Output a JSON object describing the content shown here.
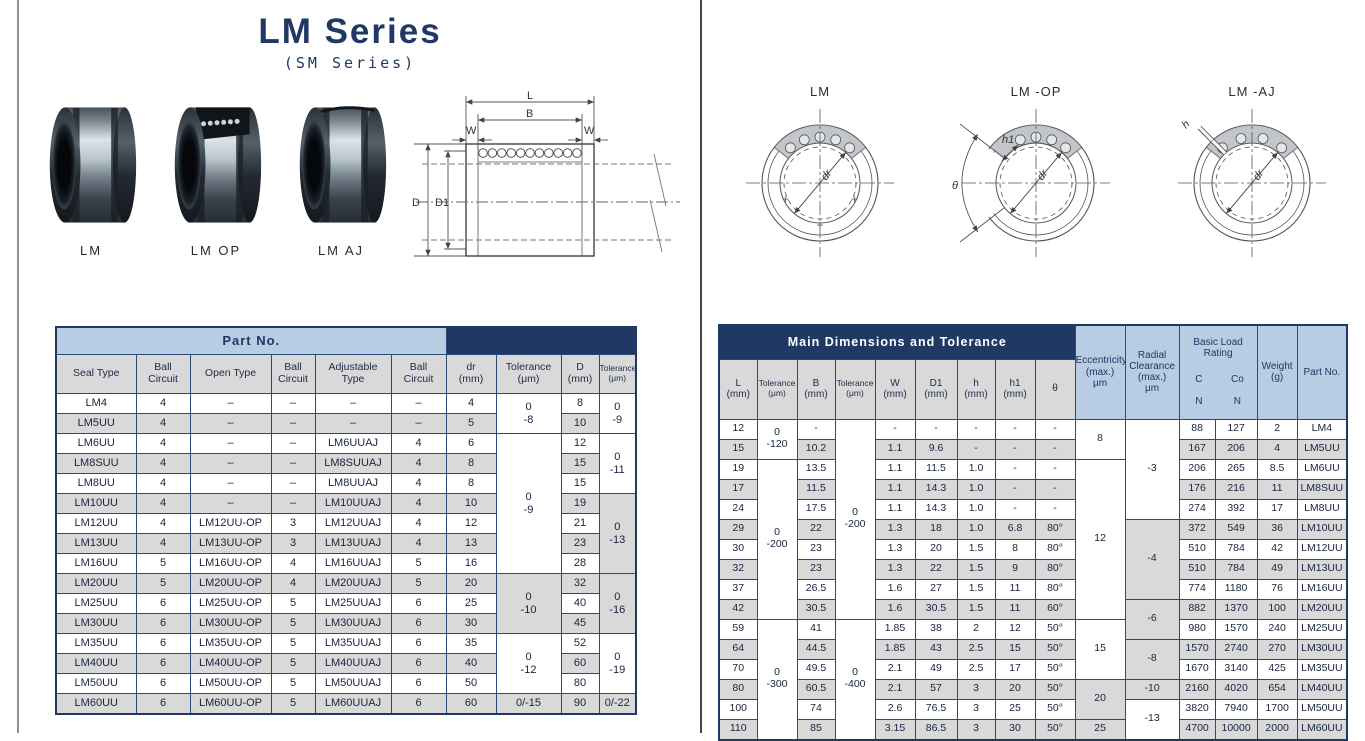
{
  "colors": {
    "navy": "#1f3864",
    "light_blue": "#b8cce4",
    "stripe_gray": "#d9d9d9"
  },
  "page": {
    "title": "LM Series",
    "subtitle": "(SM Series)"
  },
  "photos": {
    "lm": "LM",
    "lm_op": "LM OP",
    "lm_aj": "LM AJ"
  },
  "drawing": {
    "dim_l": "L",
    "dim_b": "B",
    "dim_w_left": "W",
    "dim_w_right": "W",
    "dim_d": "D",
    "dim_d1": "D1"
  },
  "diagrams": {
    "lm": {
      "title": "LM",
      "dr": "dr"
    },
    "lm_op": {
      "title": "LM  -OP",
      "theta": "θ",
      "h1": "h1",
      "dr": "dr"
    },
    "lm_aj": {
      "title": "LM  -AJ",
      "h": "h",
      "dr": "dr"
    }
  },
  "left_table": {
    "title": "Part No.",
    "ncols": 10,
    "white_cols": [
      7,
      9
    ],
    "headers": [
      "Seal Type",
      "Ball\nCircuit",
      "Open Type",
      "Ball\nCircuit",
      "Adjustable\nType",
      "Ball\nCircuit",
      "dr\n(mm)",
      "Tolerance\n(μm)",
      "D\n(mm)",
      "Tolerance\n(μm)"
    ],
    "rows": [
      [
        "LM4",
        "4",
        "–",
        "–",
        "–",
        "–",
        "4",
        {
          "t": "0\n-8",
          "rs": 2
        },
        "8",
        {
          "t": "0\n-9",
          "rs": 2
        }
      ],
      [
        "LM5UU",
        "4",
        "–",
        "–",
        "–",
        "–",
        "5",
        "10"
      ],
      [
        "LM6UU",
        "4",
        "–",
        "–",
        "LM6UUAJ",
        "4",
        "6",
        {
          "t": "0\n-9",
          "rs": 7
        },
        "12",
        {
          "t": "0\n-11",
          "rs": 3
        }
      ],
      [
        "LM8SUU",
        "4",
        "–",
        "–",
        "LM8SUUAJ",
        "4",
        "8",
        "15"
      ],
      [
        "LM8UU",
        "4",
        "–",
        "–",
        "LM8UUAJ",
        "4",
        "8",
        "15"
      ],
      [
        "LM10UU",
        "4",
        "–",
        "–",
        "LM10UUAJ",
        "4",
        "10",
        "19",
        {
          "t": "0\n-13",
          "rs": 4
        }
      ],
      [
        "LM12UU",
        "4",
        "LM12UU-OP",
        "3",
        "LM12UUAJ",
        "4",
        "12",
        "21"
      ],
      [
        "LM13UU",
        "4",
        "LM13UU-OP",
        "3",
        "LM13UUAJ",
        "4",
        "13",
        "23"
      ],
      [
        "LM16UU",
        "5",
        "LM16UU-OP",
        "4",
        "LM16UUAJ",
        "5",
        "16",
        "28"
      ],
      [
        "LM20UU",
        "5",
        "LM20UU-OP",
        "4",
        "LM20UUAJ",
        "5",
        "20",
        {
          "t": "0\n-10",
          "rs": 3
        },
        "32",
        {
          "t": "0\n-16",
          "rs": 3
        }
      ],
      [
        "LM25UU",
        "6",
        "LM25UU-OP",
        "5",
        "LM25UUAJ",
        "6",
        "25",
        "40"
      ],
      [
        "LM30UU",
        "6",
        "LM30UU-OP",
        "5",
        "LM30UUAJ",
        "6",
        "30",
        "45"
      ],
      [
        "LM35UU",
        "6",
        "LM35UU-OP",
        "5",
        "LM35UUAJ",
        "6",
        "35",
        {
          "t": "0\n-12",
          "rs": 3
        },
        "52",
        {
          "t": "0\n-19",
          "rs": 3
        }
      ],
      [
        "LM40UU",
        "6",
        "LM40UU-OP",
        "5",
        "LM40UUAJ",
        "6",
        "40",
        "60"
      ],
      [
        "LM50UU",
        "6",
        "LM50UU-OP",
        "5",
        "LM50UUAJ",
        "6",
        "50",
        "80"
      ],
      [
        "LM60UU",
        "6",
        "LM60UU-OP",
        "5",
        "LM60UUAJ",
        "6",
        "60",
        "0/-15",
        "90",
        "0/-22"
      ]
    ]
  },
  "right_table": {
    "title": "Main Dimensions and Tolerance",
    "ncols": 15,
    "white_cols": [
      1,
      3,
      9,
      10
    ],
    "headers": [
      "L\n(mm)",
      "Tolerance\n(μm)",
      "B\n(mm)",
      "Tolerance\n(μm)",
      "W\n(mm)",
      "D1\n(mm)",
      "h\n(mm)",
      "h1\n(mm)",
      "θ"
    ],
    "ecc_header": "Eccentricity\n(max.)\nμm",
    "rad_header": "Radial\nClearance\n(max.)\nμm",
    "blr": {
      "title": "Basic Load\nRating",
      "c": "C",
      "co": "Co",
      "n1": "N",
      "n2": "N"
    },
    "weight_header": "Weight\n(g)",
    "part_header": "Part No.",
    "rows": [
      [
        "12",
        {
          "t": "0\n-120",
          "rs": 2
        },
        "-",
        {
          "t": "0\n-200",
          "rs": 10
        },
        "-",
        "-",
        "-",
        "-",
        "-",
        {
          "t": "8",
          "rs": 2
        },
        {
          "t": "-3",
          "rs": 5
        },
        "88",
        "127",
        "2",
        "LM4"
      ],
      [
        "15",
        "10.2",
        "1.1",
        "9.6",
        "-",
        "-",
        "-",
        "167",
        "206",
        "4",
        "LM5UU"
      ],
      [
        "19",
        {
          "t": "0\n-200",
          "rs": 8
        },
        "13.5",
        "1.1",
        "11.5",
        "1.0",
        "-",
        "-",
        {
          "t": "12",
          "rs": 8
        },
        "206",
        "265",
        "8.5",
        "LM6UU"
      ],
      [
        "17",
        "11.5",
        "1.1",
        "14.3",
        "1.0",
        "-",
        "-",
        "176",
        "216",
        "11",
        "LM8SUU"
      ],
      [
        "24",
        "17.5",
        "1.1",
        "14.3",
        "1.0",
        "-",
        "-",
        "274",
        "392",
        "17",
        "LM8UU"
      ],
      [
        "29",
        "22",
        "1.3",
        "18",
        "1.0",
        "6.8",
        "80°",
        {
          "t": "-4",
          "rs": 4
        },
        "372",
        "549",
        "36",
        "LM10UU"
      ],
      [
        "30",
        "23",
        "1.3",
        "20",
        "1.5",
        "8",
        "80°",
        "510",
        "784",
        "42",
        "LM12UU"
      ],
      [
        "32",
        "23",
        "1.3",
        "22",
        "1.5",
        "9",
        "80°",
        "510",
        "784",
        "49",
        "LM13UU"
      ],
      [
        "37",
        "26.5",
        "1.6",
        "27",
        "1.5",
        "11",
        "80°",
        "774",
        "1180",
        "76",
        "LM16UU"
      ],
      [
        "42",
        "30.5",
        "1.6",
        "30.5",
        "1.5",
        "11",
        "60°",
        {
          "t": "-6",
          "rs": 2
        },
        "882",
        "1370",
        "100",
        "LM20UU"
      ],
      [
        "59",
        {
          "t": "0\n-300",
          "rs": 6
        },
        "41",
        {
          "t": "0\n-400",
          "rs": 6
        },
        "1.85",
        "38",
        "2",
        "12",
        "50°",
        {
          "t": "15",
          "rs": 3
        },
        "980",
        "1570",
        "240",
        "LM25UU"
      ],
      [
        "64",
        "44.5",
        "1.85",
        "43",
        "2.5",
        "15",
        "50°",
        {
          "t": "-8",
          "rs": 2
        },
        "1570",
        "2740",
        "270",
        "LM30UU"
      ],
      [
        "70",
        "49.5",
        "2.1",
        "49",
        "2.5",
        "17",
        "50°",
        "1670",
        "3140",
        "425",
        "LM35UU"
      ],
      [
        "80",
        "60.5",
        "2.1",
        "57",
        "3",
        "20",
        "50°",
        {
          "t": "20",
          "rs": 2
        },
        "-10",
        "2160",
        "4020",
        "654",
        "LM40UU"
      ],
      [
        "100",
        "74",
        "2.6",
        "76.5",
        "3",
        "25",
        "50°",
        {
          "t": "-13",
          "rs": 2
        },
        "3820",
        "7940",
        "1700",
        "LM50UU"
      ],
      [
        "110",
        "85",
        "3.15",
        "86.5",
        "3",
        "30",
        "50°",
        "25",
        "4700",
        "10000",
        "2000",
        "LM60UU"
      ]
    ]
  }
}
